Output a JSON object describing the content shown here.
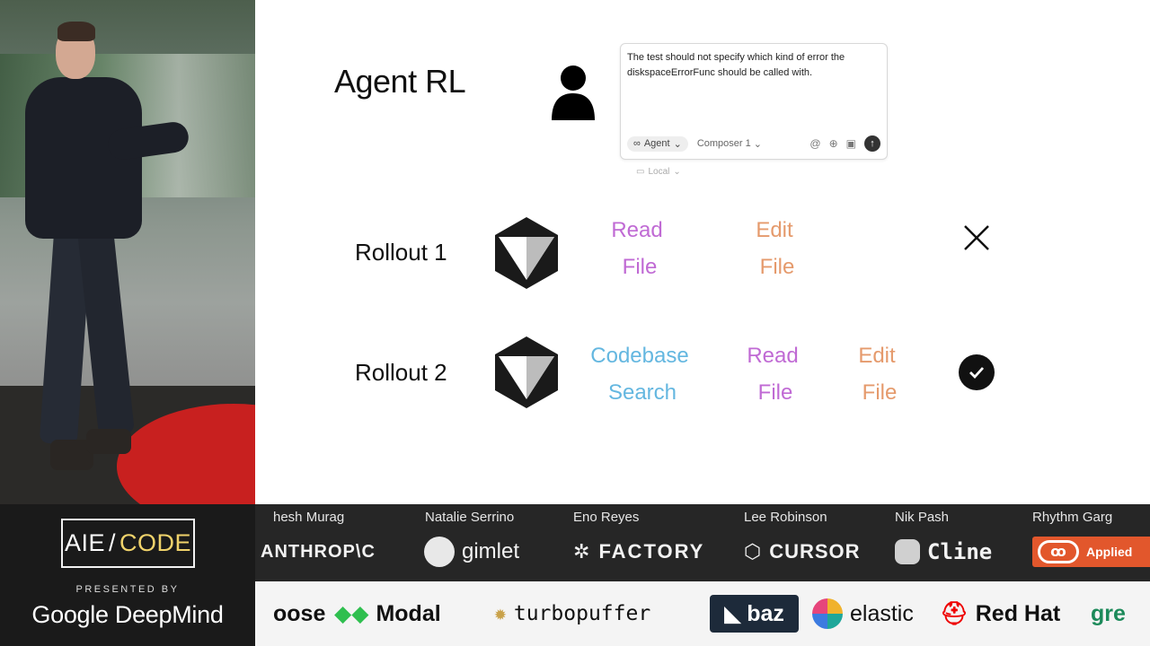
{
  "slide": {
    "title": "Agent RL",
    "composer": {
      "prompt": "The test should not specify which kind of error the diskspaceErrorFunc should be called with.",
      "mode_label": "Agent",
      "model_label": "Composer 1",
      "env_label": "Local"
    },
    "rollouts": [
      {
        "label": "Rollout 1",
        "steps": [
          [
            "Read",
            "File"
          ],
          [
            "Edit",
            "File"
          ]
        ],
        "result": "fail"
      },
      {
        "label": "Rollout 2",
        "steps": [
          [
            "Codebase",
            "Search"
          ],
          [
            "Read",
            "File"
          ],
          [
            "Edit",
            "File"
          ]
        ],
        "result": "success"
      }
    ],
    "colors": {
      "read": "#c06ad4",
      "edit": "#e59a6c",
      "search": "#64b7e0"
    }
  },
  "branding": {
    "event_left": "AIE",
    "event_right": "CODE",
    "presented_by": "PRESENTED BY",
    "presenter": "Google DeepMind",
    "accent": "#f0d36b"
  },
  "speakers": [
    "hesh Murag",
    "Natalie Serrino",
    "Eno Reyes",
    "Lee Robinson",
    "Nik Pash",
    "Rhythm Garg"
  ],
  "sponsors_row1": [
    "ANTHROP\\C",
    "gimlet",
    "FACTORY",
    "CURSOR",
    "Cline",
    "Applied"
  ],
  "sponsors_row2": [
    "oose",
    "Modal",
    "turbopuffer",
    "baz",
    "elastic",
    "Red Hat",
    "gre"
  ]
}
